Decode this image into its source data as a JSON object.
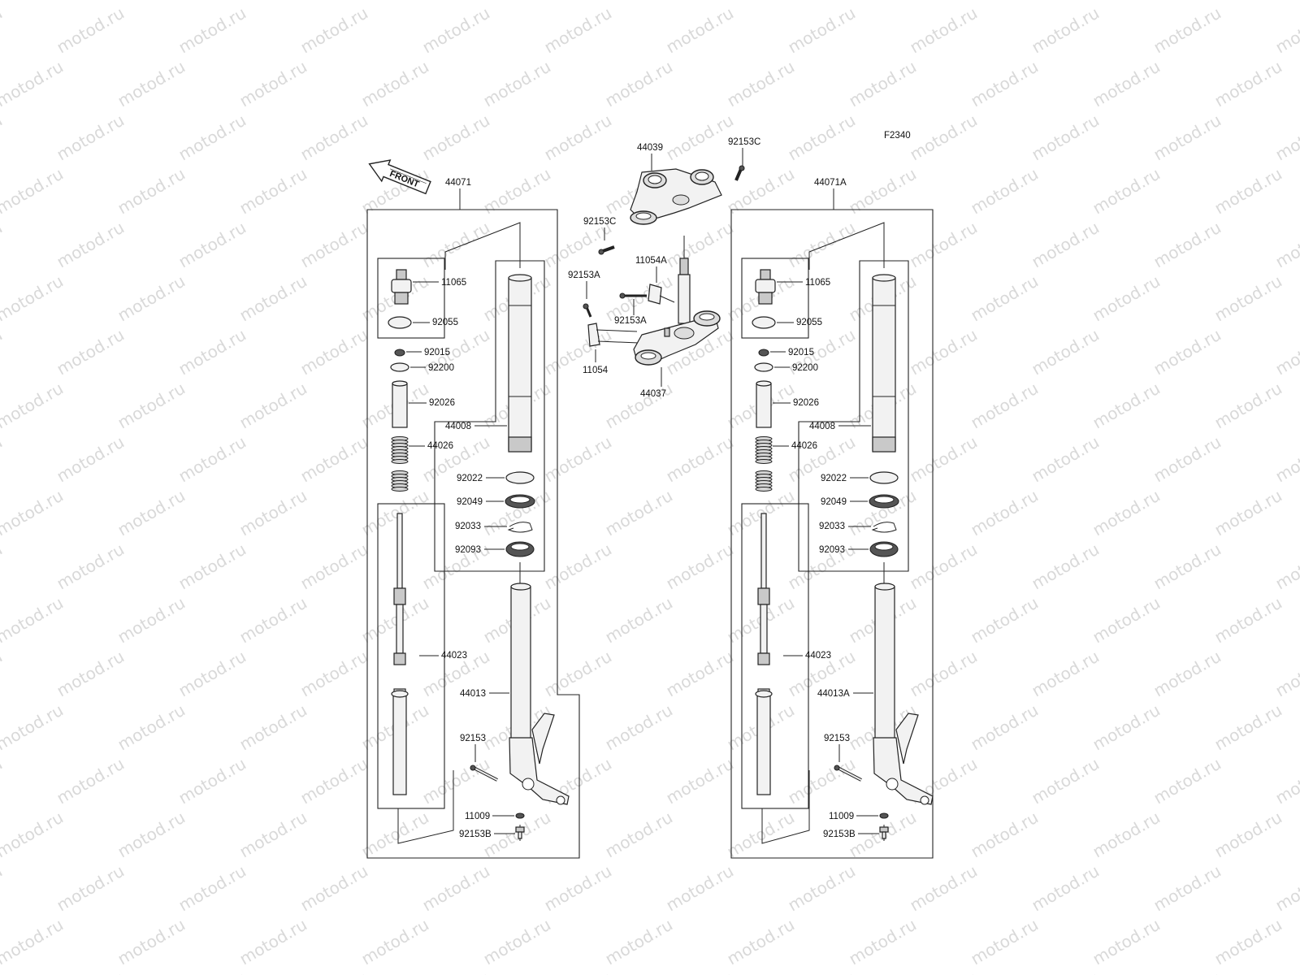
{
  "diagram_code": "F2340",
  "front_label": "FRONT",
  "watermark_text": "motod.ru",
  "left_fork": {
    "assembly": "44071",
    "labels": {
      "cap": "11065",
      "oring": "92055",
      "nut": "92015",
      "washer": "92200",
      "collar": "92026",
      "spring": "44026",
      "tube": "44008",
      "damper": "44023",
      "outer": "44013",
      "ring1": "92022",
      "seal": "92049",
      "clip": "92033",
      "dustseal": "92093",
      "bolt": "92153",
      "washer2": "11009",
      "bolt2": "92153B"
    }
  },
  "right_fork": {
    "assembly": "44071A",
    "labels": {
      "cap": "11065",
      "oring": "92055",
      "nut": "92015",
      "washer": "92200",
      "collar": "92026",
      "spring": "44026",
      "tube": "44008",
      "damper": "44023",
      "outer": "44013A",
      "ring1": "92022",
      "seal": "92049",
      "clip": "92033",
      "dustseal": "92093",
      "bolt": "92153",
      "washer2": "11009",
      "bolt2": "92153B"
    }
  },
  "center": {
    "upper_bracket": "44039",
    "upper_bolt_right": "92153C",
    "upper_bolt_left": "92153C",
    "bracket_plate": "11054A",
    "bolt_a1": "92153A",
    "bolt_a2": "92153A",
    "bracket_bottom": "11054",
    "stem_head": "44037"
  }
}
